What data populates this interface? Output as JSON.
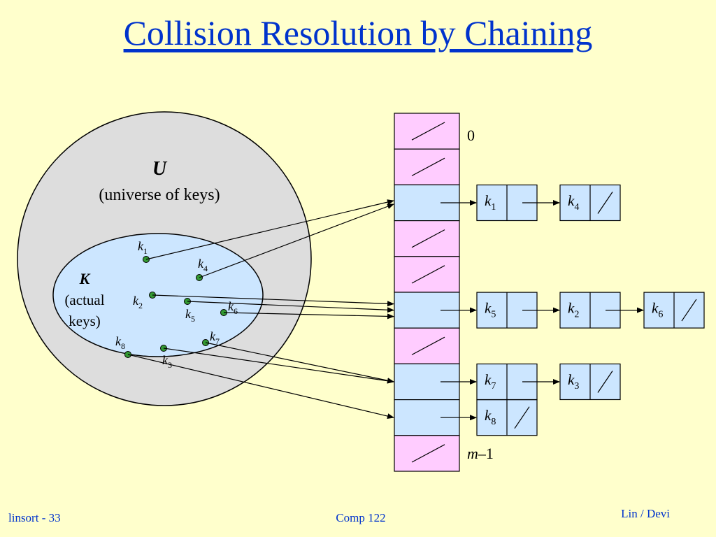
{
  "title": "Collision Resolution by Chaining",
  "footer": {
    "left": "linsort - 33",
    "center": "Comp 122",
    "right": "Lin / Devi"
  },
  "universe": {
    "symbol": "U",
    "caption": "(universe of keys)"
  },
  "actual": {
    "symbol": "K",
    "caption_line1": "(actual",
    "caption_line2": "keys)"
  },
  "slot_labels": {
    "first": "0",
    "last_var": "m",
    "last_suffix": "–1"
  },
  "keys": [
    {
      "id": "k1",
      "base": "k",
      "sub": "1"
    },
    {
      "id": "k2",
      "base": "k",
      "sub": "2"
    },
    {
      "id": "k3",
      "base": "k",
      "sub": "3"
    },
    {
      "id": "k4",
      "base": "k",
      "sub": "4"
    },
    {
      "id": "k5",
      "base": "k",
      "sub": "5"
    },
    {
      "id": "k6",
      "base": "k",
      "sub": "6"
    },
    {
      "id": "k7",
      "base": "k",
      "sub": "7"
    },
    {
      "id": "k8",
      "base": "k",
      "sub": "8"
    }
  ],
  "table": {
    "slots": [
      {
        "index": 0,
        "empty": true
      },
      {
        "index": 1,
        "empty": true
      },
      {
        "index": 2,
        "empty": false,
        "chain": [
          "k1",
          "k4"
        ]
      },
      {
        "index": 3,
        "empty": true
      },
      {
        "index": 4,
        "empty": true
      },
      {
        "index": 5,
        "empty": false,
        "chain": [
          "k5",
          "k2",
          "k6"
        ]
      },
      {
        "index": 6,
        "empty": true
      },
      {
        "index": 7,
        "empty": false,
        "chain": [
          "k7",
          "k3"
        ]
      },
      {
        "index": 8,
        "empty": false,
        "chain": [
          "k8"
        ]
      },
      {
        "index": 9,
        "empty": true
      }
    ]
  },
  "colors": {
    "background": "#ffffcc",
    "title": "#0033cc",
    "empty_slot": "#ffccff",
    "filled_slot": "#cce6ff",
    "universe_fill": "#dddddd",
    "actual_fill": "#cce6ff",
    "key_dot": "#339933"
  }
}
